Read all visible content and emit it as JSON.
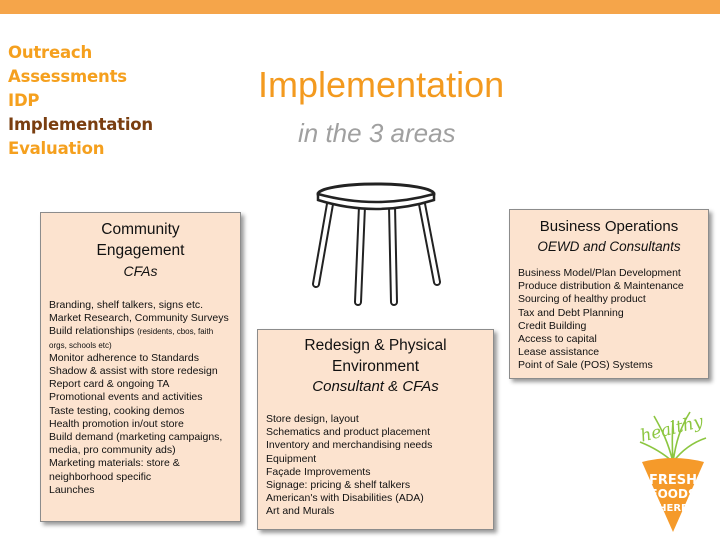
{
  "nav": {
    "items": [
      {
        "label": "Outreach",
        "current": false
      },
      {
        "label": "Assessments",
        "current": false
      },
      {
        "label": "IDP",
        "current": false
      },
      {
        "label": "Implementation",
        "current": true
      },
      {
        "label": "Evaluation",
        "current": false
      }
    ]
  },
  "header": {
    "title": "Implementation",
    "subtitle": "in the 3 areas"
  },
  "cards": {
    "community": {
      "title": "Community Engagement",
      "subtitle": "CFAs",
      "items": [
        "Branding, shelf talkers, signs etc.",
        "Market Research, Community Surveys",
        "Build relationships",
        "orgs, schools etc)",
        "Monitor adherence to Standards",
        "Shadow & assist with store redesign",
        "Report card & ongoing TA",
        "Promotional events and activities",
        "Taste testing, cooking demos",
        "Health promotion in/out store",
        "Build demand (marketing campaigns,",
        "media, pro community ads)",
        "Marketing materials: store &",
        "neighborhood specific",
        "Launches"
      ],
      "relationships_note": "(residents, cbos, faith"
    },
    "redesign": {
      "title": "Redesign & Physical Environment",
      "subtitle": "Consultant &  CFAs",
      "items": [
        "Store design, layout",
        "Schematics and product placement",
        "Inventory and merchandising needs",
        "Equipment",
        "Façade Improvements",
        "Signage: pricing & shelf talkers",
        "American's with Disabilities (ADA)",
        "Art and Murals"
      ]
    },
    "business": {
      "title": "Business Operations",
      "subtitle": "OEWD and Consultants",
      "items": [
        "Business Model/Plan Development",
        "Produce distribution & Maintenance",
        "Sourcing of healthy product",
        "Tax and Debt Planning",
        "Credit Building",
        "Access to capital",
        "Lease assistance",
        "Point of Sale (POS) Systems"
      ]
    }
  },
  "logo": {
    "script_text": "healthy",
    "line1": "FRESH",
    "line2": "FOODS",
    "line3": "HERE",
    "colors": {
      "orange": "#f59a2a",
      "green": "#8cc640"
    }
  },
  "colors": {
    "accent_orange": "#f39a1f",
    "nav_current": "#7a3e10",
    "card_fill": "#fce3cf",
    "top_bar": "#f5a54a"
  }
}
